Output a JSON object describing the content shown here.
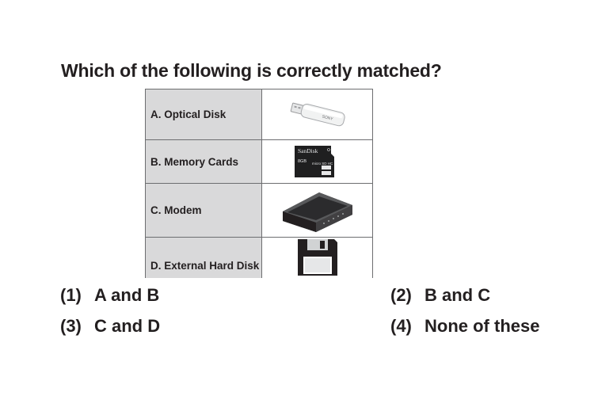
{
  "question": "Which of the following is correctly matched?",
  "table": {
    "rows": [
      {
        "label": "A. Optical Disk",
        "image": "usb-flash-drive-icon",
        "image_text": "SONY"
      },
      {
        "label": "B. Memory Cards",
        "image": "microsd-card-icon",
        "image_text": "SanDisk",
        "image_subtext": "8GB",
        "image_brand": "micro SD HC"
      },
      {
        "label": "C. Modem",
        "image": "modem-icon"
      },
      {
        "label": "D. External Hard Disk",
        "image": "floppy-disk-icon"
      }
    ]
  },
  "options": [
    {
      "num": "(1)",
      "text": "A and B"
    },
    {
      "num": "(2)",
      "text": "B and C"
    },
    {
      "num": "(3)",
      "text": "C and D"
    },
    {
      "num": "(4)",
      "text": "None of these"
    }
  ]
}
